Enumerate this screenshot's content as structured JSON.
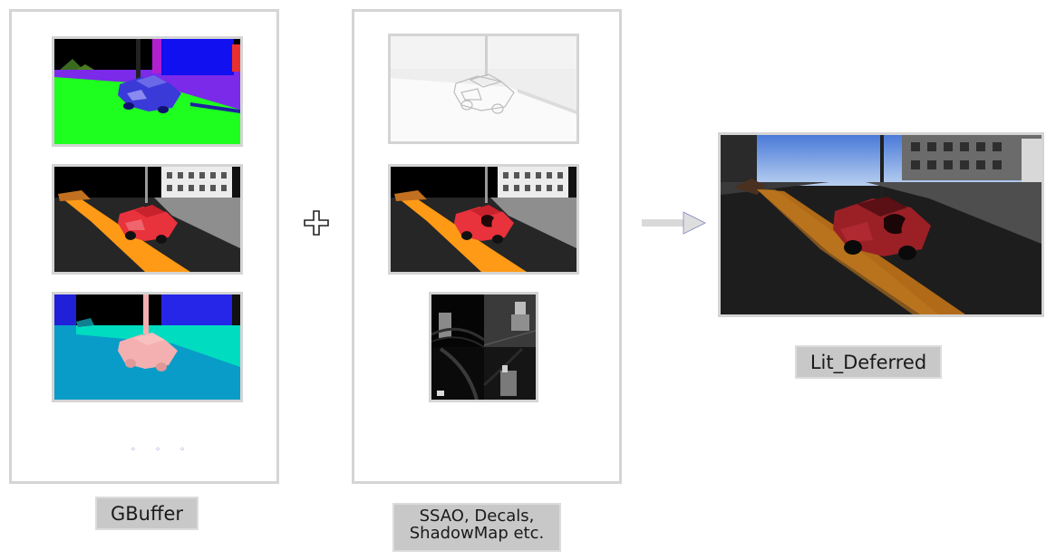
{
  "labels": {
    "gbuffer": "GBuffer",
    "extras_line1": "SSAO, Decals,",
    "extras_line2": "ShadowMap etc.",
    "output": "Lit_Deferred"
  },
  "operators": {
    "plus": "+"
  },
  "ellipsis": "◦ ◦ ◦",
  "colors": {
    "panel_border": "#d5d5d5",
    "label_bg": "#c8c8c8",
    "arrow": "#d9d9d9",
    "normal_green": "#1fff1f",
    "normal_blue": "#2a2ad8",
    "normal_purple": "#7a2ae8",
    "road_orange": "#ff9a16",
    "car_red": "#e8323c",
    "material_cyan": "#0a9cc8",
    "material_teal": "#00dcc0",
    "material_pink": "#f4b0b0"
  },
  "icons": {
    "plus": "plus-icon",
    "arrow": "arrow-right-icon"
  }
}
